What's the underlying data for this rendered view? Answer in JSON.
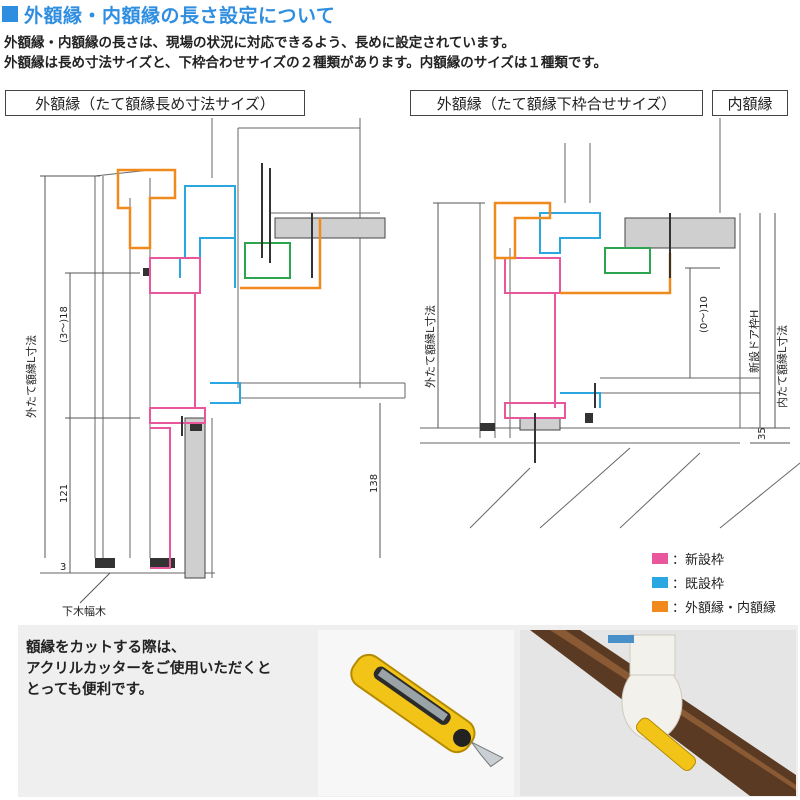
{
  "header": {
    "title": "外額縁・内額縁の長さ設定について",
    "intro_line1": "外額縁・内額縁の長さは、現場の状況に対応できるよう、長めに設定されています。",
    "intro_line2": "外額縁は長め寸法サイズと、下枠合わせサイズの２種類があります。内額縁のサイズは１種類です。"
  },
  "panels": {
    "left_label": "外額縁（たて額縁長め寸法サイズ）",
    "middle_label": "外額縁（たて額縁下枠合せサイズ）",
    "right_label": "内額縁"
  },
  "left_diagram": {
    "dim_outer_L": "外たて額縁L寸法",
    "dim_3_18": "(3〜)18",
    "dim_121": "121",
    "dim_138": "138",
    "dim_3": "3",
    "callout_baseboard": "下木幅木"
  },
  "right_diagram": {
    "dim_outer_L": "外たて額縁L寸法",
    "dim_0_10": "(0〜)10",
    "dim_door_H": "新設ドア枠H",
    "dim_inner_L": "内たて額縁L寸法",
    "dim_35": "35"
  },
  "legend": [
    {
      "label": "：新設枠",
      "color": "#e8579b"
    },
    {
      "label": "：既設枠",
      "color": "#2aa6e0"
    },
    {
      "label": "：外額縁・内額縁",
      "color": "#f08a1c"
    }
  ],
  "tip": {
    "line1": "額縁をカットする際は、",
    "line2": "アクリルカッターをご使用いただくと",
    "line3": "とっても便利です。"
  },
  "colors": {
    "accent": "#2f8ee0",
    "new_frame": "#e8579b",
    "existing_frame": "#2aa6e0",
    "molding": "#f08a1c",
    "tip_bg": "#efefef"
  }
}
